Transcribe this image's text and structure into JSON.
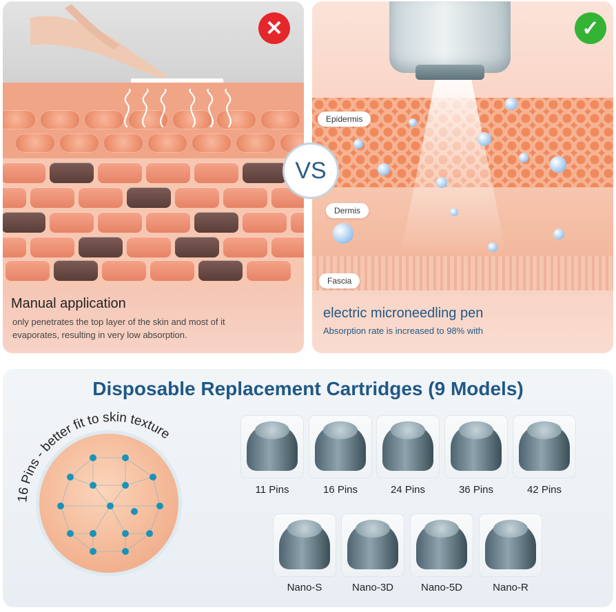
{
  "left": {
    "title": "Manual application",
    "text_line1": "only penetrates the top layer of the skin and most of it",
    "text_line2": "evaporates, resulting in very low absorption."
  },
  "right": {
    "title": "electric microneedling pen",
    "text": "Absorption rate is increased to 98% with",
    "layer_labels": [
      "Epidermis",
      "Dermis",
      "Fascia"
    ]
  },
  "vs_label": "VS",
  "bottom": {
    "title": "Disposable Replacement Cartridges (9 Models)",
    "arc_text": "16 Pins - better fit to skin texture",
    "cartridges_row1": [
      "11 Pins",
      "16 Pins",
      "24 Pins",
      "36 Pins",
      "42 Pins"
    ],
    "cartridges_row2": [
      "Nano-S",
      "Nano-3D",
      "Nano-5D",
      "Nano-R"
    ]
  },
  "colors": {
    "wrong": "#e5262a",
    "right": "#35b335",
    "heading_blue": "#1f5886",
    "pin_dot": "#1a93b8"
  },
  "icons": [
    "close-icon",
    "check-icon"
  ]
}
